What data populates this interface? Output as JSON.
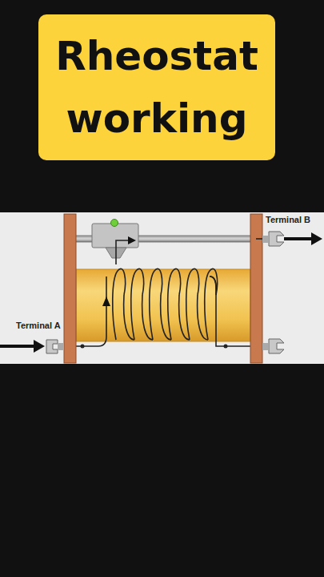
{
  "diagram": {
    "title": "Rheostat working",
    "labels": [
      "Terminal A",
      "Terminal B"
    ]
  }
}
